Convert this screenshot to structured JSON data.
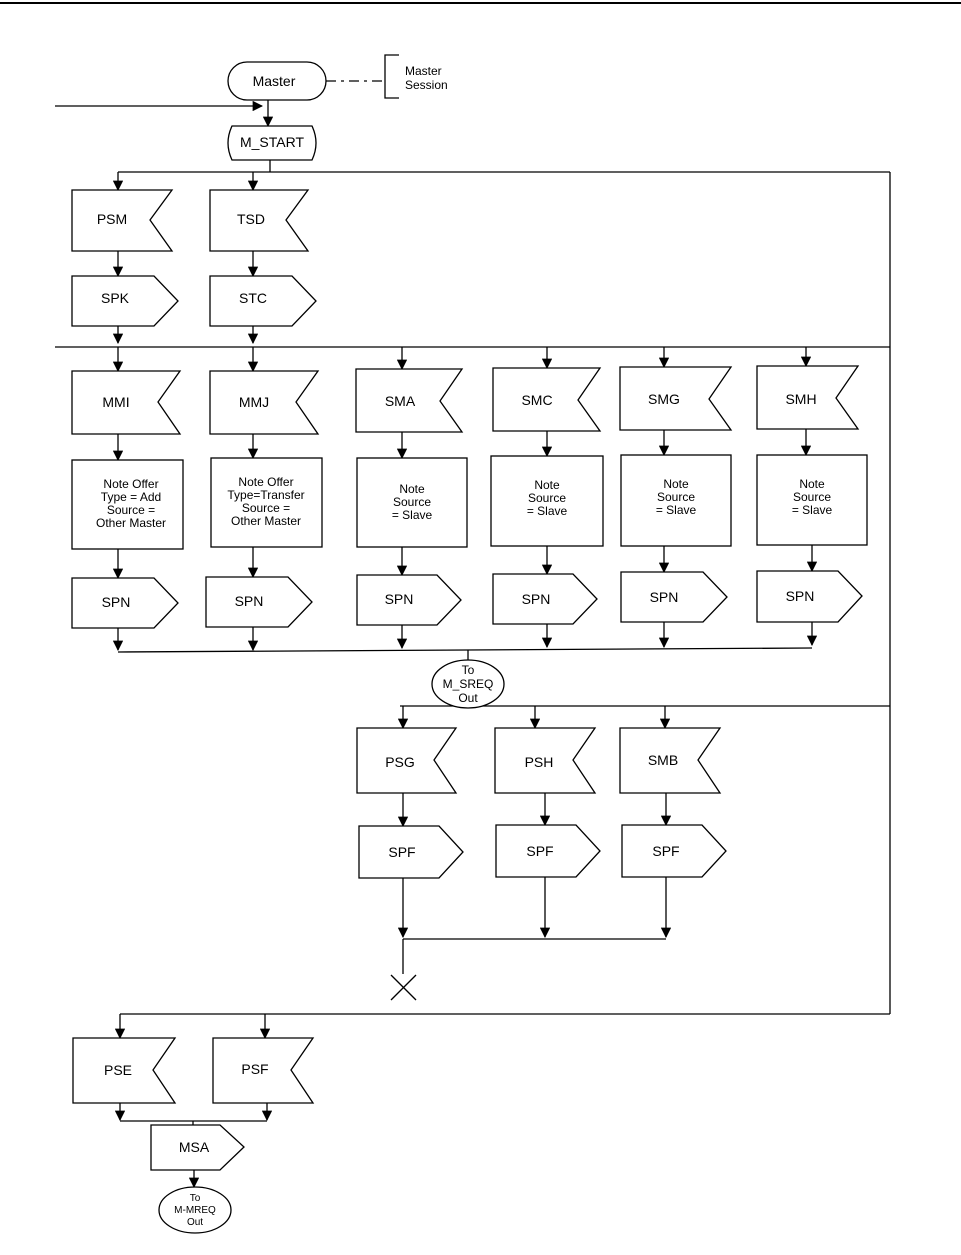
{
  "start": {
    "label": "Master",
    "comment": [
      "Master",
      "Session"
    ]
  },
  "state": {
    "label": "M_START"
  },
  "group1": {
    "inputs": [
      "PSM",
      "TSD"
    ],
    "outputs": [
      "SPK",
      "STC"
    ]
  },
  "group2": {
    "inputs": [
      "MMI",
      "MMJ",
      "SMA",
      "SMC",
      "SMG",
      "SMH"
    ],
    "tasks": [
      [
        "Note Offer",
        "Type = Add",
        "Source =",
        "Other Master"
      ],
      [
        "Note Offer",
        "Type=Transfer",
        "Source =",
        "Other Master"
      ],
      [
        "Note",
        "Source",
        "= Slave"
      ],
      [
        "Note",
        "Source",
        "= Slave"
      ],
      [
        "Note",
        "Source",
        "= Slave"
      ],
      [
        "Note",
        "Source",
        "= Slave"
      ]
    ],
    "outputs": [
      "SPN",
      "SPN",
      "SPN",
      "SPN",
      "SPN",
      "SPN"
    ],
    "connector": [
      "To",
      "M_SREQ",
      "Out"
    ]
  },
  "group3": {
    "inputs": [
      "PSG",
      "PSH",
      "SMB"
    ],
    "outputs": [
      "SPF",
      "SPF",
      "SPF"
    ]
  },
  "group4": {
    "inputs": [
      "PSE",
      "PSF"
    ],
    "output": "MSA",
    "connector": [
      "To",
      "M-MREQ",
      "Out"
    ]
  }
}
